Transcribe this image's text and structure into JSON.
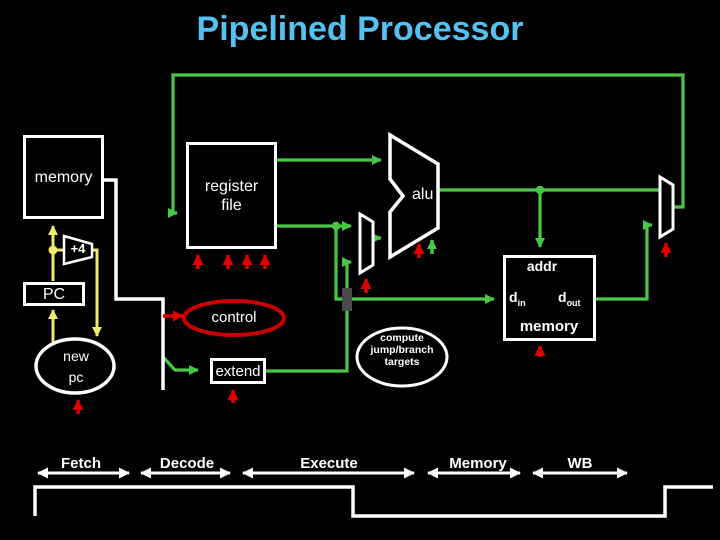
{
  "title": "Pipelined Processor",
  "colors": {
    "background": "#000000",
    "title_blue": "#54c1f1",
    "wire_green": "#46c846",
    "wire_yellow": "#efe96e",
    "signal_red": "#e00000",
    "control_ellipse_red": "#c90000",
    "wire_white": "#ffffff",
    "hop_gray": "#4a4a4a"
  },
  "components": {
    "instruction_memory": {
      "label": "memory"
    },
    "plus4": {
      "label": "+4"
    },
    "pc": {
      "label": "PC"
    },
    "new_pc": {
      "line1": "new",
      "line2": "pc"
    },
    "register_file": {
      "line1": "register",
      "line2": "file"
    },
    "control": {
      "label": "control"
    },
    "extend": {
      "label": "extend"
    },
    "alu": {
      "label": "alu"
    },
    "data_memory": {
      "addr_label": "addr",
      "din_base": "d",
      "din_sub": "in",
      "dout_base": "d",
      "dout_sub": "out",
      "label": "memory"
    },
    "compute_targets": {
      "line1": "compute",
      "line2": "jump/branch",
      "line3": "targets"
    }
  },
  "stages": [
    {
      "label": "Fetch"
    },
    {
      "label": "Decode"
    },
    {
      "label": "Execute"
    },
    {
      "label": "Memory"
    },
    {
      "label": "WB"
    }
  ]
}
